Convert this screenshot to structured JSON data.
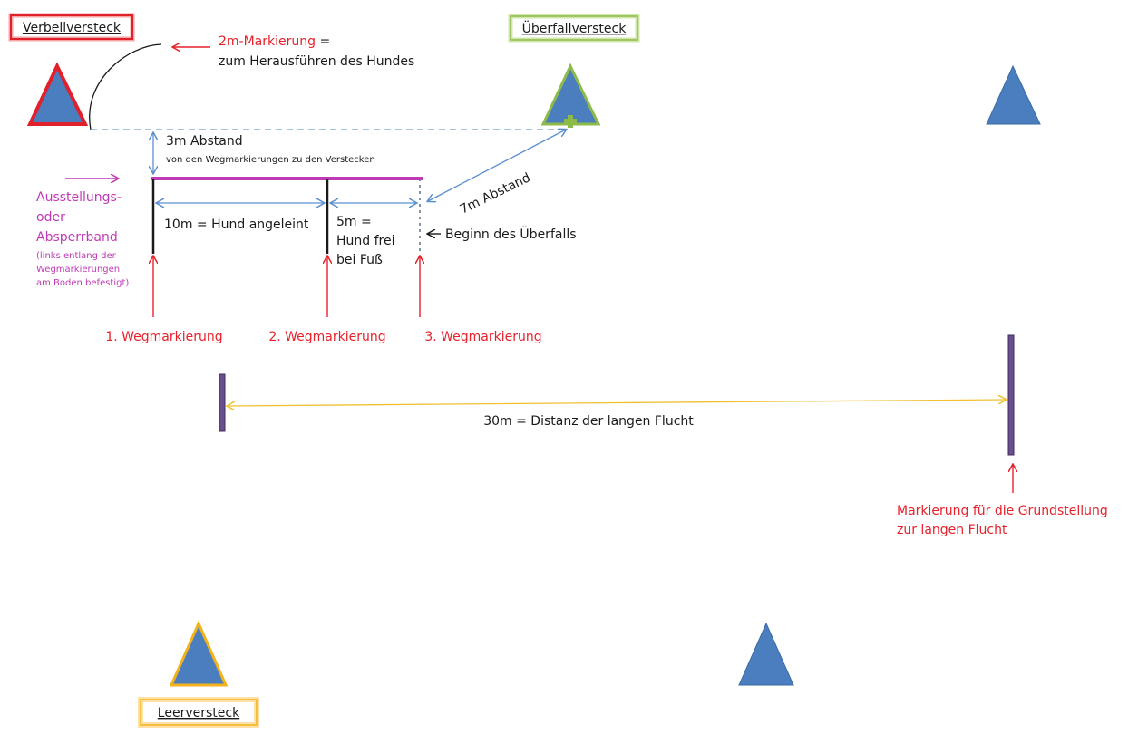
{
  "hides": {
    "verbell": {
      "label": "Verbellversteck",
      "color": "#e0202a"
    },
    "ueberfall": {
      "label": "Überfallversteck",
      "color": "#8dbb4a"
    },
    "leer": {
      "label": "Leerversteck",
      "color": "#f2b21c"
    }
  },
  "annotations": {
    "marker_2m_title": "2m-Markierung",
    "marker_2m_eq": " =",
    "marker_2m_desc": "zum Herausführen des Hundes",
    "abstand_3m": "3m Abstand",
    "abstand_3m_sub": "von den Wegmarkierungen zu den Verstecken",
    "abstand_7m": "7m Abstand",
    "ausstellung_line1": "Ausstellungs-",
    "ausstellung_line2": "oder",
    "ausstellung_line3": "Absperrband",
    "ausstellung_note1": "(links  entlang der",
    "ausstellung_note2": "Wegmarkierungen",
    "ausstellung_note3": "am Boden befestigt)",
    "seg_10m": "10m = Hund angeleint",
    "seg_5m_line1": "5m =",
    "seg_5m_line2": "Hund frei",
    "seg_5m_line3": "bei Fuß",
    "beginn": "Beginn des Überfalls",
    "weg1": "1. Wegmarkierung",
    "weg2": "2. Wegmarkierung",
    "weg3": "3. Wegmarkierung",
    "distanz_30m": "30m = Distanz der langen Flucht",
    "grund_line1": "Markierung für die Grundstellung",
    "grund_line2": "zur langen Flucht"
  },
  "colors": {
    "triangle_fill": "#4a7ebf",
    "arrow_blue": "#5b8fcf",
    "annotation_red": "#e8202a",
    "tape_magenta": "#c03ab5",
    "distance_yellow": "#f5c842",
    "post_purple": "#6a4f8f"
  }
}
